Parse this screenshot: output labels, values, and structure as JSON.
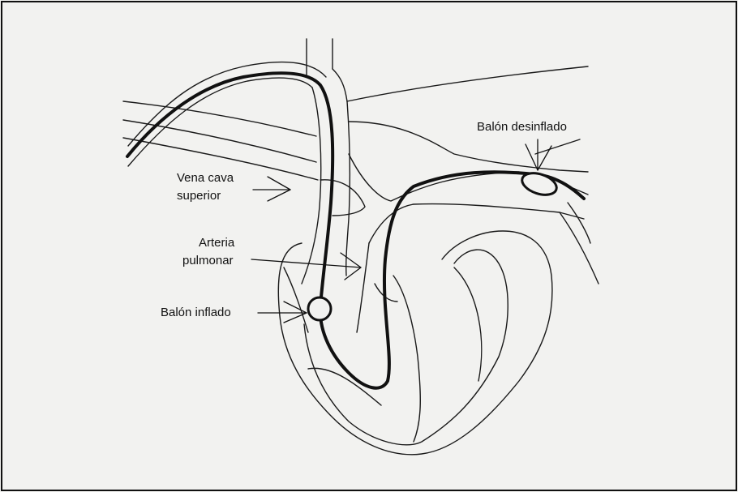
{
  "labels": {
    "vena_cava_line1": "Vena cava",
    "vena_cava_line2": "superior",
    "arteria_line1": "Arteria",
    "arteria_line2": "pulmonar",
    "balon_inflado": "Balón inflado",
    "balon_desinflado": "Balón desinflado"
  },
  "colors": {
    "ink": "#111111",
    "paper": "#f2f2f0"
  }
}
